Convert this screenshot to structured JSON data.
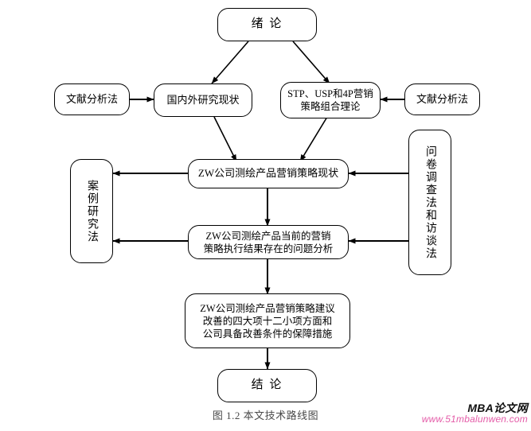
{
  "figure": {
    "caption": "图 1.2  本文技术路线图",
    "type": "flowchart",
    "line_color": "#000000",
    "background_color": "#ffffff"
  },
  "nodes": {
    "intro": {
      "label": "绪    论",
      "shape": "rounded-rect",
      "font_size": 15
    },
    "lit_left": {
      "label": "文献分析法",
      "shape": "rounded-rect",
      "font_size": 13
    },
    "research_status": {
      "label": "国内外研究现状",
      "shape": "rounded-rect",
      "font_size": 13
    },
    "theory": {
      "label": "STP、USP和4P营销\n策略组合理论",
      "shape": "rounded-rect",
      "font_size": 13
    },
    "lit_right": {
      "label": "文献分析法",
      "shape": "rounded-rect",
      "font_size": 13
    },
    "case_method": {
      "label": "案例研究法",
      "shape": "rounded-rect-vertical",
      "font_size": 14
    },
    "survey_method": {
      "label": "问卷调查法和访谈法",
      "shape": "rounded-rect-vertical",
      "font_size": 14
    },
    "current_strategy": {
      "label": "ZW公司测绘产品营销策略现状",
      "shape": "rounded-rect",
      "font_size": 13
    },
    "problem_analysis": {
      "label": "ZW公司测绘产品当前的营销\n策略执行结果存在的问题分析",
      "shape": "rounded-rect",
      "font_size": 13
    },
    "suggestions": {
      "label": "ZW公司测绘产品营销策略建议\n改善的四大项十二小项方面和\n公司具备改善条件的保障措施",
      "shape": "rounded-rect",
      "font_size": 13
    },
    "conclusion": {
      "label": "结    论",
      "shape": "rounded-rect",
      "font_size": 15
    }
  },
  "edges": [
    {
      "from": "intro",
      "to": "research_status",
      "style": "diagonal-arrow"
    },
    {
      "from": "intro",
      "to": "theory",
      "style": "diagonal-arrow"
    },
    {
      "from": "lit_left",
      "to": "research_status",
      "style": "horizontal-arrow-right"
    },
    {
      "from": "lit_right",
      "to": "theory",
      "style": "horizontal-arrow-left"
    },
    {
      "from": "research_status",
      "to": "current_strategy",
      "style": "diagonal-arrow"
    },
    {
      "from": "theory",
      "to": "current_strategy",
      "style": "diagonal-arrow"
    },
    {
      "from": "current_strategy",
      "to": "case_method",
      "style": "horizontal-arrow-left"
    },
    {
      "from": "survey_method",
      "to": "current_strategy",
      "style": "horizontal-arrow-left"
    },
    {
      "from": "current_strategy",
      "to": "problem_analysis",
      "style": "vertical-arrow-down"
    },
    {
      "from": "problem_analysis",
      "to": "case_method",
      "style": "horizontal-arrow-left"
    },
    {
      "from": "survey_method",
      "to": "problem_analysis",
      "style": "horizontal-arrow-left"
    },
    {
      "from": "problem_analysis",
      "to": "suggestions",
      "style": "vertical-arrow-down"
    },
    {
      "from": "suggestions",
      "to": "conclusion",
      "style": "vertical-arrow-down"
    }
  ],
  "watermark": {
    "title": "MBA论文网",
    "url": "www.51mbalunwen.com",
    "title_color": "#111111",
    "url_color": "#e45ca8"
  }
}
